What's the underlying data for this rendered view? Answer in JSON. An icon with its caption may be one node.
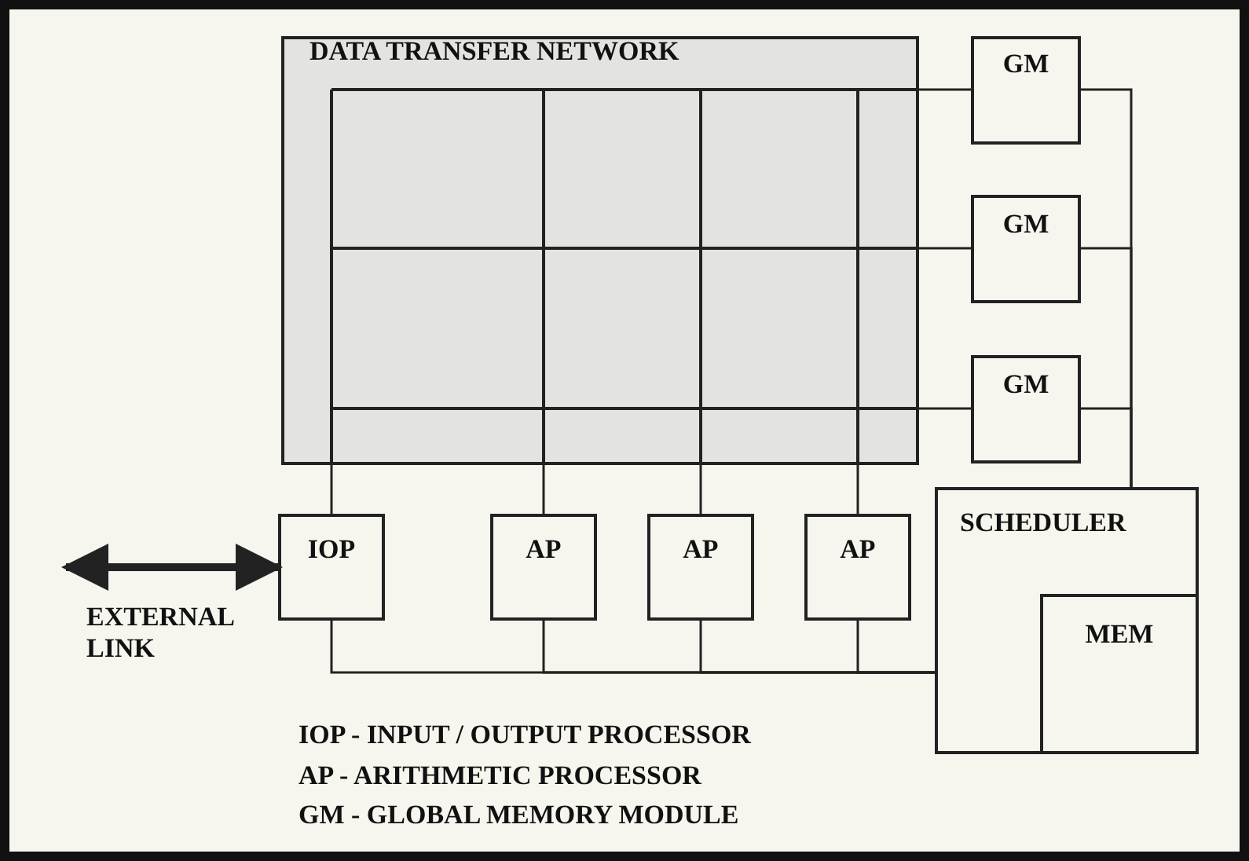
{
  "diagram": {
    "nodes": [
      {
        "text": [
          "DATA TRANSFER NETWORK"
        ]
      },
      {
        "text": [
          "GM"
        ]
      },
      {
        "text": [
          "GM"
        ]
      },
      {
        "text": [
          "GM"
        ]
      },
      {
        "text": [
          "IOP"
        ]
      },
      {
        "text": [
          "AP"
        ]
      },
      {
        "text": [
          "AP"
        ]
      },
      {
        "text": [
          "AP"
        ]
      },
      {
        "text": [
          "SCHEDULER"
        ]
      },
      {
        "text": [
          "MEM"
        ],
        "in": 8
      }
    ],
    "edges": [
      {
        "from": 0,
        "to": 1,
        "arrow": "none"
      },
      {
        "from": 0,
        "to": 2,
        "arrow": "none"
      },
      {
        "from": 0,
        "to": 3,
        "arrow": "none"
      },
      {
        "from": 0,
        "to": 4,
        "arrow": "none"
      },
      {
        "from": 0,
        "to": 5,
        "arrow": "none"
      },
      {
        "from": 0,
        "to": 6,
        "arrow": "none"
      },
      {
        "from": 0,
        "to": 7,
        "arrow": "none"
      },
      {
        "from": 1,
        "to": 8,
        "arrow": "none"
      },
      {
        "from": 2,
        "to": 8,
        "arrow": "none"
      },
      {
        "from": 3,
        "to": 8,
        "arrow": "none"
      },
      {
        "from": 4,
        "to": 8,
        "arrow": "none"
      },
      {
        "from": 5,
        "to": 8,
        "arrow": "none"
      },
      {
        "from": 6,
        "to": 8,
        "arrow": "none"
      },
      {
        "from": 7,
        "to": 8,
        "arrow": "none"
      },
      {
        "from": null,
        "to": 4,
        "arrow": "both",
        "style": "thick"
      }
    ],
    "labels": [
      "EXTERNAL LINK",
      "IOP - INPUT / OUTPUT PROCESSOR",
      "AP - ARITHMETIC PROCESSOR",
      "GM - GLOBAL MEMORY MODULE"
    ]
  }
}
